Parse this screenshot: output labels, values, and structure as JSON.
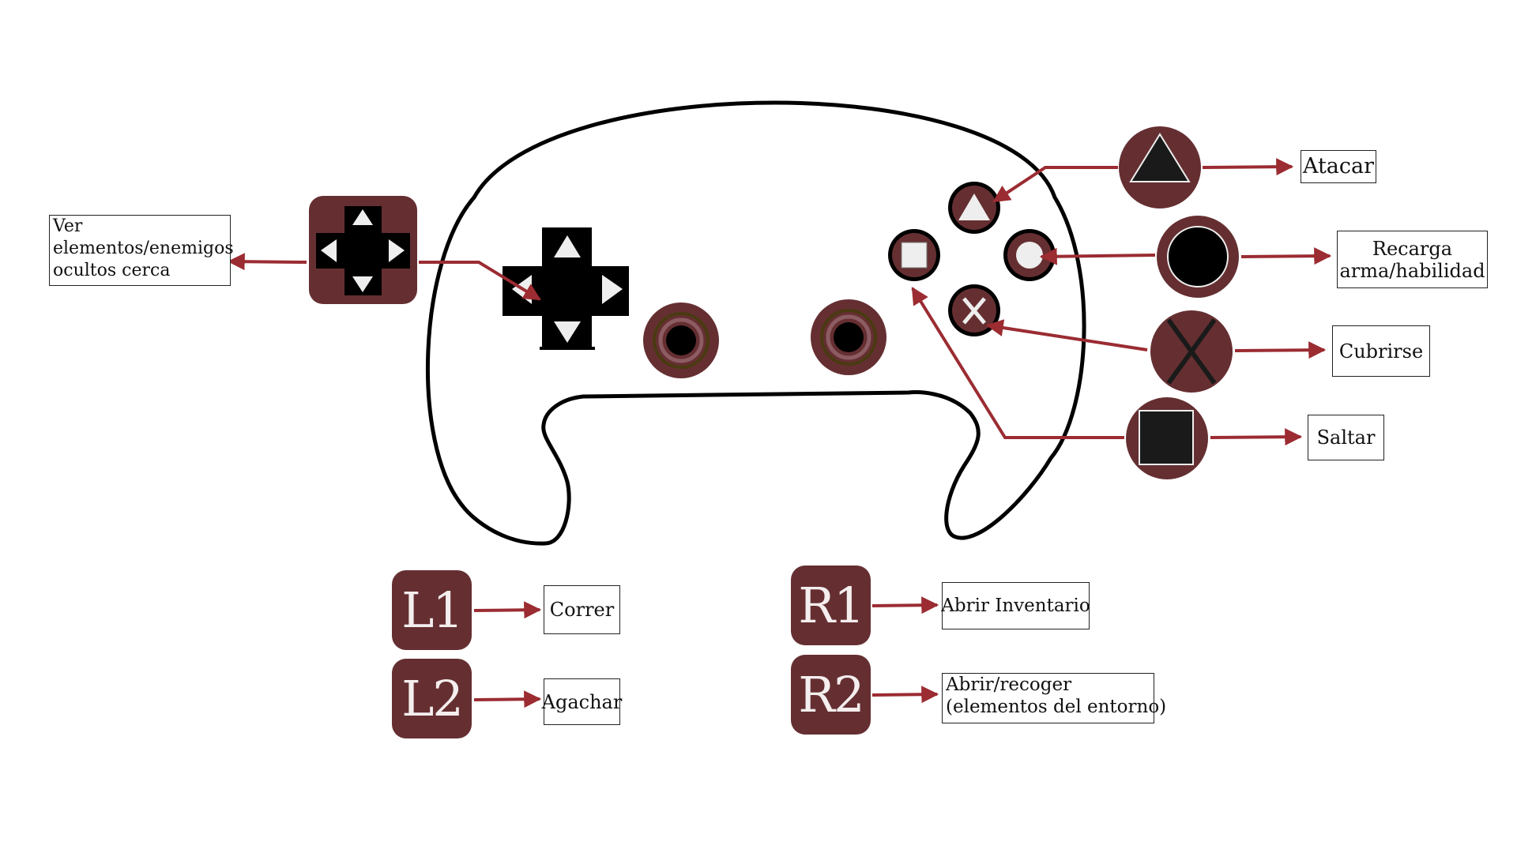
{
  "colors": {
    "maroon": "#652f32",
    "arrow": "#9b2c32",
    "black": "#000000",
    "outline": "#000000",
    "light": "#eeeeee"
  },
  "icons": {
    "dpad": "dpad-icon",
    "triangle": "triangle-button-icon",
    "circle": "circle-button-icon",
    "cross": "cross-button-icon",
    "square": "square-button-icon",
    "stick": "analog-stick-icon"
  },
  "mappings": {
    "dpad": {
      "label_lines": [
        "Ver",
        "elementos/enemigos",
        "ocultos cerca"
      ]
    },
    "triangle": {
      "label": "Atacar"
    },
    "circle": {
      "label_lines": [
        "Recarga",
        "arma/habilidad"
      ]
    },
    "cross": {
      "label": "Cubrirse"
    },
    "square": {
      "label": "Saltar"
    }
  },
  "triggers": {
    "l1": {
      "key": "L1",
      "label": "Correr"
    },
    "l2": {
      "key": "L2",
      "label": "Agachar"
    },
    "r1": {
      "key": "R1",
      "label": "Abrir Inventario"
    },
    "r2": {
      "key": "R2",
      "label_lines": [
        "Abrir/recoger",
        "(elementos del entorno)"
      ]
    }
  }
}
